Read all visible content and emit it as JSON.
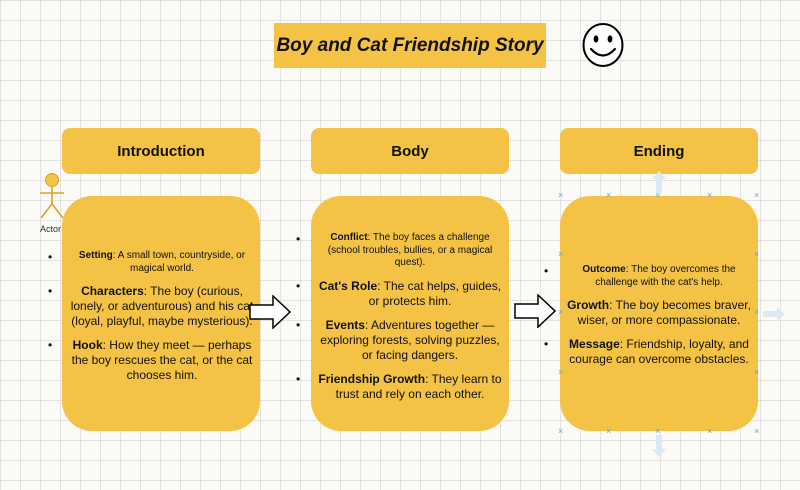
{
  "title": "Boy and Cat Friendship Story",
  "actor_label": "Actor",
  "columns": [
    {
      "header": "Introduction",
      "items": [
        {
          "label": "Setting",
          "text": ": A small town, countryside, or magical world."
        },
        {
          "label": "Characters",
          "text": ": The boy (curious, lonely, or adventurous) and his cat (loyal, playful, maybe mysterious)."
        },
        {
          "label": "Hook",
          "text": ": How they meet — perhaps the boy rescues the cat, or the cat chooses him."
        }
      ]
    },
    {
      "header": "Body",
      "items": [
        {
          "label": "Conflict",
          "text": ": The boy faces a challenge (school troubles, bullies, or a magical quest)."
        },
        {
          "label": "Cat's Role",
          "text": ": The cat helps, guides, or protects him."
        },
        {
          "label": "Events",
          "text": ": Adventures together — exploring forests, solving puzzles, or facing dangers."
        },
        {
          "label": "Friendship Growth",
          "text": ": They learn to trust and rely on each other."
        }
      ]
    },
    {
      "header": "Ending",
      "items": [
        {
          "label": "Outcome",
          "text": ": The boy overcomes the challenge with the cat's help."
        },
        {
          "label": "Growth",
          "text": ": The boy becomes braver, wiser, or more compassionate."
        },
        {
          "label": "Message",
          "text": ": Friendship, loyalty, and courage can overcome obstacles."
        }
      ]
    }
  ],
  "colors": {
    "box_fill": "#f4c245",
    "selection_handle": "#5aa8e8",
    "background": "#fbfaf6"
  },
  "icons": [
    "smiley-face-icon",
    "right-arrow-icon",
    "actor-stick-figure-icon"
  ]
}
